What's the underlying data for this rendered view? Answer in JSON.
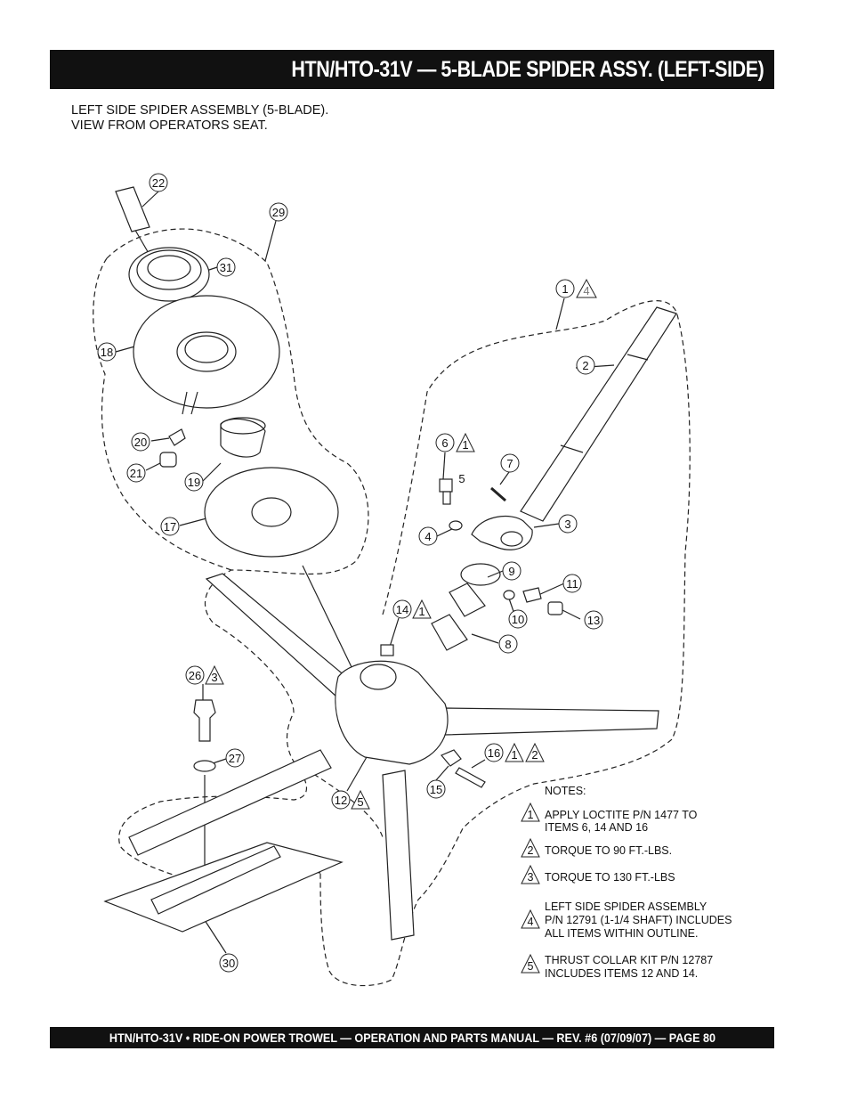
{
  "header": {
    "title": "HTN/HTO-31V — 5-BLADE SPIDER ASSY. (LEFT-SIDE)"
  },
  "intro": {
    "line1": "LEFT SIDE SPIDER ASSEMBLY (5-BLADE).",
    "line2": "VIEW FROM OPERATORS SEAT."
  },
  "callouts": {
    "c1": "1",
    "c2": "2",
    "c3": "3",
    "c4": "4",
    "c5": "5",
    "c6": "6",
    "c7": "7",
    "c8": "8",
    "c9": "9",
    "c10": "10",
    "c11": "11",
    "c12": "12",
    "c13": "13",
    "c14": "14",
    "c15": "15",
    "c16": "16",
    "c17": "17",
    "c18": "18",
    "c19": "19",
    "c20": "20",
    "c21": "21",
    "c22": "22",
    "c26": "26",
    "c27": "27",
    "c29": "29",
    "c30": "30",
    "c31": "31"
  },
  "note_refs": {
    "c1": "4",
    "c6": "1",
    "c12": "5",
    "c14": "1",
    "c16a": "1",
    "c16b": "2",
    "c26": "3"
  },
  "notes": {
    "heading": "NOTES:",
    "n1": {
      "num": "1",
      "line1": "APPLY LOCTITE  P/N 1477 TO",
      "line2": "ITEMS 6, 14 AND 16"
    },
    "n2": {
      "num": "2",
      "line1": "TORQUE TO 90 FT.-LBS."
    },
    "n3": {
      "num": "3",
      "line1": "TORQUE TO 130 FT.-LBS"
    },
    "n4": {
      "num": "4",
      "line1": "LEFT SIDE SPIDER ASSEMBLY",
      "line2": "P/N 12791 (1-1/4 SHAFT) INCLUDES",
      "line3": "ALL ITEMS WITHIN OUTLINE."
    },
    "n5": {
      "num": "5",
      "line1": "THRUST COLLAR KIT P/N 12787",
      "line2": "INCLUDES ITEMS 12 AND 14."
    }
  },
  "footer": {
    "text": "HTN/HTO-31V • RIDE-ON POWER TROWEL — OPERATION AND PARTS MANUAL — REV. #6 (07/09/07) — PAGE 80"
  }
}
